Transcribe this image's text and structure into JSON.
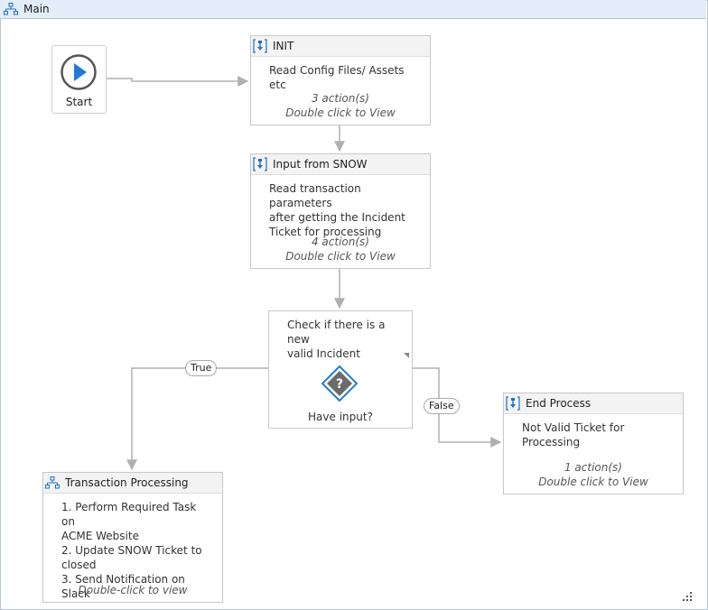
{
  "window": {
    "title": "Main"
  },
  "start": {
    "label": "Start"
  },
  "nodes": {
    "init": {
      "title": "INIT",
      "description": "Read Config Files/ Assets etc",
      "actions": "3 action(s)",
      "hint": "Double click to View"
    },
    "input": {
      "title": "Input from SNOW",
      "description": "Read transaction parameters\nafter getting the Incident\nTicket for processing",
      "actions": "4 action(s)",
      "hint": "Double click to View"
    },
    "end": {
      "title": "End Process",
      "description": "Not Valid Ticket for\nProcessing",
      "actions": "1 action(s)",
      "hint": "Double click to View"
    },
    "transaction": {
      "title": "Transaction Processing",
      "description": "1. Perform Required Task on\nACME Website\n2. Update SNOW Ticket to\nclosed\n3. Send Notification on Slack",
      "hint": "Double-click to view"
    }
  },
  "decision": {
    "question": "Check if there is a new\nvalid Incident",
    "label": "Have input?",
    "true_label": "True",
    "false_label": "False"
  },
  "colors": {
    "accent": "#1f7bd6",
    "connector": "#b0b0b0",
    "titlebar": "#e3edf9"
  }
}
